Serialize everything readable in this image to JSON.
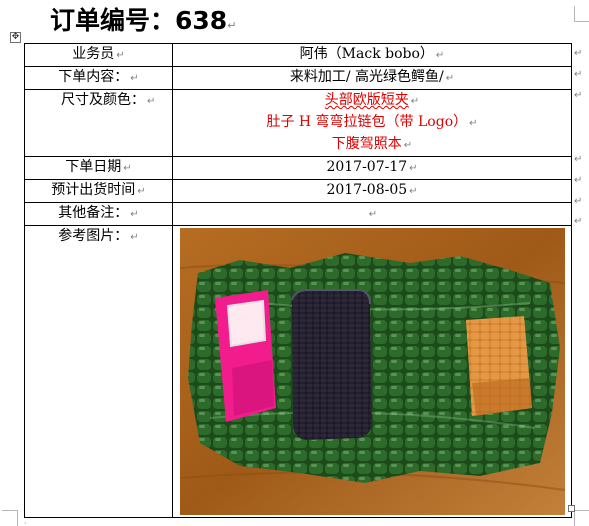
{
  "title": {
    "text": "订单编号：638",
    "mark": "↵"
  },
  "marks": {
    "cell": "↵",
    "row": "↵",
    "move": "✥"
  },
  "table": {
    "rows": [
      {
        "label": "业务员",
        "value": "阿伟（Mack bobo）"
      },
      {
        "label": "下单内容：",
        "value": "来料加工/ 高光绿色鳄鱼/"
      },
      {
        "label": "尺寸及颜色：",
        "value_lines": [
          "头部欧版短夹",
          "肚子 H 弯弯拉链包（带 Logo）",
          "下腹驾照本"
        ]
      },
      {
        "label": "下单日期",
        "value": "2017-07-17"
      },
      {
        "label": "预计出货时间",
        "value": "2017-08-05"
      },
      {
        "label": "其他备注：",
        "value": ""
      },
      {
        "label": "参考图片：",
        "value": ""
      }
    ]
  },
  "colors": {
    "emphasis_text": "#e00000",
    "border": "#000000",
    "formatting_mark": "#808080",
    "leather_green": "#1f4a1d",
    "wood_floor": "#a8641d"
  }
}
